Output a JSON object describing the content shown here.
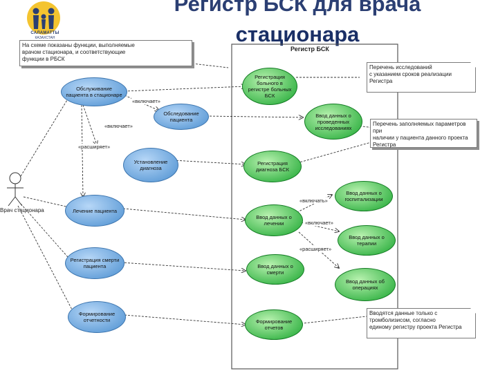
{
  "title": {
    "line1": "Регистр БСК для врача",
    "line2": "стационара"
  },
  "logo": {
    "text1": "САЛАМАТТЫ",
    "text2": "КАЗАХСТАН"
  },
  "notes": {
    "top_left": "На схеме показаны функции, выполняемые\nврачом стационара, и соответствующие\nфункции в РБСК",
    "right_top": "Перечень исследований\nс указанием сроков реализации\nРегистра",
    "right_mid": "Перечень заполняемых параметров при\nналичии у пациента данного проекта\nРегистра",
    "right_bottom": "Вводятся данные только с\nтромболизисом, согласно\nединому регистру проекта Регистра"
  },
  "boundary": {
    "title": "Регистр БСК"
  },
  "actor": {
    "label": "Врач стационара"
  },
  "use_cases_blue": [
    "Обслуживание пациента в стационаре",
    "Обследование пациента",
    "Установление диагноза",
    "Лечение пациента",
    "Регистрация смерти пациента",
    "Формирование отчетности"
  ],
  "use_cases_green": [
    "Регистрация больного в регистре больных БСК",
    "Ввод данных о проведенных исследованиях",
    "Регистрация диагноза БСК",
    "Ввод данных о госпитализации",
    "Ввод данных о лечении",
    "Ввод данных о терапии",
    "Ввод данных о смерти",
    "Ввод данных об операциях",
    "Формирование отчетов"
  ],
  "relations": {
    "include": "«включает»",
    "extend": "«расширяет»",
    "include2": "«включать»"
  },
  "colors": {
    "title": "#2b3f73",
    "blue_use_case": "#5b9bd5",
    "green_use_case": "#22b43a",
    "line": "#333333"
  }
}
